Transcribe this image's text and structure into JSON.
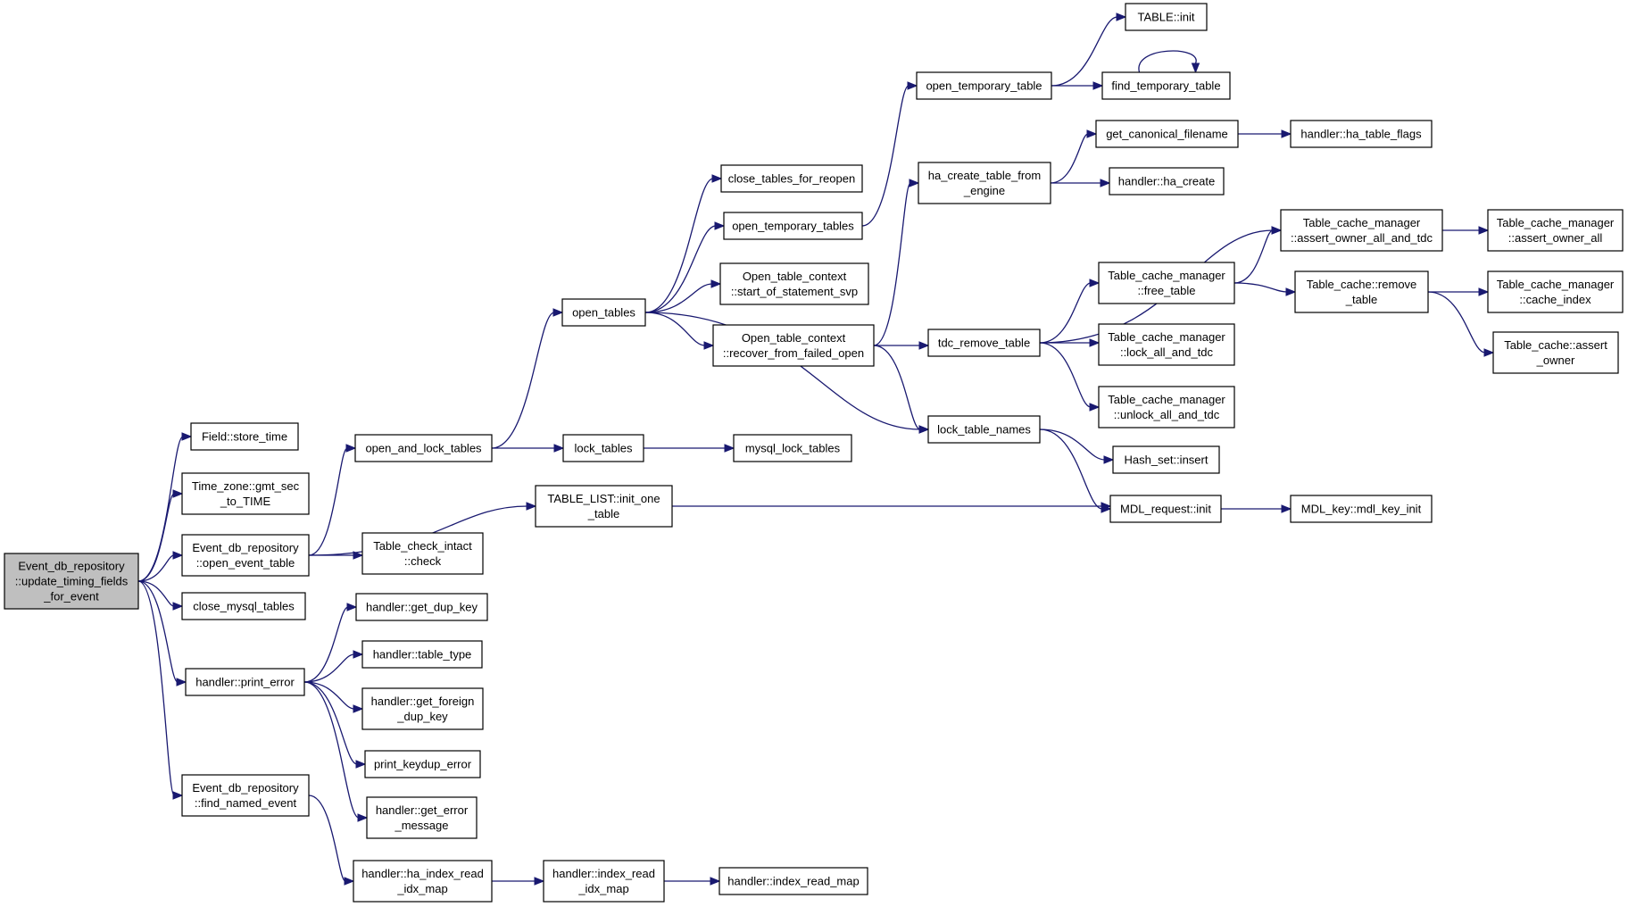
{
  "diagram": {
    "nodes": [
      {
        "id": "root",
        "lines": [
          "Event_db_repository",
          "::update_timing_fields",
          "_for_event"
        ],
        "root": true
      },
      {
        "id": "store_time",
        "lines": [
          "Field::store_time"
        ]
      },
      {
        "id": "gmt_sec",
        "lines": [
          "Time_zone::gmt_sec",
          "_to_TIME"
        ]
      },
      {
        "id": "open_event_table",
        "lines": [
          "Event_db_repository",
          "::open_event_table"
        ]
      },
      {
        "id": "close_mysql_tables",
        "lines": [
          "close_mysql_tables"
        ]
      },
      {
        "id": "print_error",
        "lines": [
          "handler::print_error"
        ]
      },
      {
        "id": "find_named_event",
        "lines": [
          "Event_db_repository",
          "::find_named_event"
        ]
      },
      {
        "id": "open_and_lock_tables",
        "lines": [
          "open_and_lock_tables"
        ]
      },
      {
        "id": "table_check_intact",
        "lines": [
          "Table_check_intact",
          "::check"
        ]
      },
      {
        "id": "get_dup_key",
        "lines": [
          "handler::get_dup_key"
        ]
      },
      {
        "id": "table_type",
        "lines": [
          "handler::table_type"
        ]
      },
      {
        "id": "get_foreign_dup_key",
        "lines": [
          "handler::get_foreign",
          "_dup_key"
        ]
      },
      {
        "id": "print_keydup_error",
        "lines": [
          "print_keydup_error"
        ]
      },
      {
        "id": "get_error_message",
        "lines": [
          "handler::get_error",
          "_message"
        ]
      },
      {
        "id": "ha_index_read_idx_map",
        "lines": [
          "handler::ha_index_read",
          "_idx_map"
        ]
      },
      {
        "id": "open_tables",
        "lines": [
          "open_tables"
        ]
      },
      {
        "id": "lock_tables",
        "lines": [
          "lock_tables"
        ]
      },
      {
        "id": "table_list_init_one",
        "lines": [
          "TABLE_LIST::init_one",
          "_table"
        ]
      },
      {
        "id": "index_read_idx_map",
        "lines": [
          "handler::index_read",
          "_idx_map"
        ]
      },
      {
        "id": "close_tables_for_reopen",
        "lines": [
          "close_tables_for_reopen"
        ]
      },
      {
        "id": "open_temporary_tables",
        "lines": [
          "open_temporary_tables"
        ]
      },
      {
        "id": "otc_start_svp",
        "lines": [
          "Open_table_context",
          "::start_of_statement_svp"
        ]
      },
      {
        "id": "otc_recover",
        "lines": [
          "Open_table_context",
          "::recover_from_failed_open"
        ]
      },
      {
        "id": "mysql_lock_tables",
        "lines": [
          "mysql_lock_tables"
        ]
      },
      {
        "id": "index_read_map",
        "lines": [
          "handler::index_read_map"
        ]
      },
      {
        "id": "open_temporary_table",
        "lines": [
          "open_temporary_table"
        ]
      },
      {
        "id": "ha_create_table_from_engine",
        "lines": [
          "ha_create_table_from",
          "_engine"
        ]
      },
      {
        "id": "tdc_remove_table",
        "lines": [
          "tdc_remove_table"
        ]
      },
      {
        "id": "lock_table_names",
        "lines": [
          "lock_table_names"
        ]
      },
      {
        "id": "table_init",
        "lines": [
          "TABLE::init"
        ]
      },
      {
        "id": "find_temporary_table",
        "lines": [
          "find_temporary_table"
        ]
      },
      {
        "id": "get_canonical_filename",
        "lines": [
          "get_canonical_filename"
        ]
      },
      {
        "id": "ha_create",
        "lines": [
          "handler::ha_create"
        ]
      },
      {
        "id": "tcm_free_table",
        "lines": [
          "Table_cache_manager",
          "::free_table"
        ]
      },
      {
        "id": "tcm_lock_all_and_tdc",
        "lines": [
          "Table_cache_manager",
          "::lock_all_and_tdc"
        ]
      },
      {
        "id": "tcm_unlock_all_and_tdc",
        "lines": [
          "Table_cache_manager",
          "::unlock_all_and_tdc"
        ]
      },
      {
        "id": "hash_set_insert",
        "lines": [
          "Hash_set::insert"
        ]
      },
      {
        "id": "mdl_request_init",
        "lines": [
          "MDL_request::init"
        ]
      },
      {
        "id": "ha_table_flags",
        "lines": [
          "handler::ha_table_flags"
        ]
      },
      {
        "id": "tcm_assert_owner_all_and_tdc",
        "lines": [
          "Table_cache_manager",
          "::assert_owner_all_and_tdc"
        ]
      },
      {
        "id": "tc_remove_table",
        "lines": [
          "Table_cache::remove",
          "_table"
        ]
      },
      {
        "id": "mdl_key_init",
        "lines": [
          "MDL_key::mdl_key_init"
        ]
      },
      {
        "id": "tcm_assert_owner_all",
        "lines": [
          "Table_cache_manager",
          "::assert_owner_all"
        ]
      },
      {
        "id": "tcm_cache_index",
        "lines": [
          "Table_cache_manager",
          "::cache_index"
        ]
      },
      {
        "id": "tc_assert_owner",
        "lines": [
          "Table_cache::assert",
          "_owner"
        ]
      }
    ],
    "edges": [
      [
        "root",
        "store_time"
      ],
      [
        "root",
        "gmt_sec"
      ],
      [
        "root",
        "open_event_table"
      ],
      [
        "root",
        "close_mysql_tables"
      ],
      [
        "root",
        "print_error"
      ],
      [
        "root",
        "find_named_event"
      ],
      [
        "open_event_table",
        "open_and_lock_tables"
      ],
      [
        "open_event_table",
        "table_check_intact"
      ],
      [
        "open_event_table",
        "table_list_init_one"
      ],
      [
        "print_error",
        "get_dup_key"
      ],
      [
        "print_error",
        "table_type"
      ],
      [
        "print_error",
        "get_foreign_dup_key"
      ],
      [
        "print_error",
        "print_keydup_error"
      ],
      [
        "print_error",
        "get_error_message"
      ],
      [
        "find_named_event",
        "ha_index_read_idx_map"
      ],
      [
        "ha_index_read_idx_map",
        "index_read_idx_map"
      ],
      [
        "index_read_idx_map",
        "index_read_map"
      ],
      [
        "open_and_lock_tables",
        "open_tables"
      ],
      [
        "open_and_lock_tables",
        "lock_tables"
      ],
      [
        "lock_tables",
        "mysql_lock_tables"
      ],
      [
        "open_tables",
        "close_tables_for_reopen"
      ],
      [
        "open_tables",
        "open_temporary_tables"
      ],
      [
        "open_tables",
        "otc_start_svp"
      ],
      [
        "open_tables",
        "otc_recover"
      ],
      [
        "open_tables",
        "lock_table_names"
      ],
      [
        "open_temporary_tables",
        "open_temporary_table"
      ],
      [
        "open_temporary_table",
        "table_init"
      ],
      [
        "open_temporary_table",
        "find_temporary_table"
      ],
      [
        "find_temporary_table",
        "find_temporary_table"
      ],
      [
        "otc_recover",
        "ha_create_table_from_engine"
      ],
      [
        "otc_recover",
        "tdc_remove_table"
      ],
      [
        "otc_recover",
        "lock_table_names"
      ],
      [
        "ha_create_table_from_engine",
        "get_canonical_filename"
      ],
      [
        "ha_create_table_from_engine",
        "ha_create"
      ],
      [
        "get_canonical_filename",
        "ha_table_flags"
      ],
      [
        "tdc_remove_table",
        "tcm_assert_owner_all_and_tdc"
      ],
      [
        "tdc_remove_table",
        "tcm_free_table"
      ],
      [
        "tdc_remove_table",
        "tcm_lock_all_and_tdc"
      ],
      [
        "tdc_remove_table",
        "tcm_unlock_all_and_tdc"
      ],
      [
        "tcm_free_table",
        "tcm_assert_owner_all_and_tdc"
      ],
      [
        "tcm_free_table",
        "tc_remove_table"
      ],
      [
        "tcm_assert_owner_all_and_tdc",
        "tcm_assert_owner_all"
      ],
      [
        "tc_remove_table",
        "tcm_cache_index"
      ],
      [
        "tc_remove_table",
        "tc_assert_owner"
      ],
      [
        "lock_table_names",
        "hash_set_insert"
      ],
      [
        "lock_table_names",
        "mdl_request_init"
      ],
      [
        "table_list_init_one",
        "mdl_request_init"
      ],
      [
        "mdl_request_init",
        "mdl_key_init"
      ]
    ]
  }
}
